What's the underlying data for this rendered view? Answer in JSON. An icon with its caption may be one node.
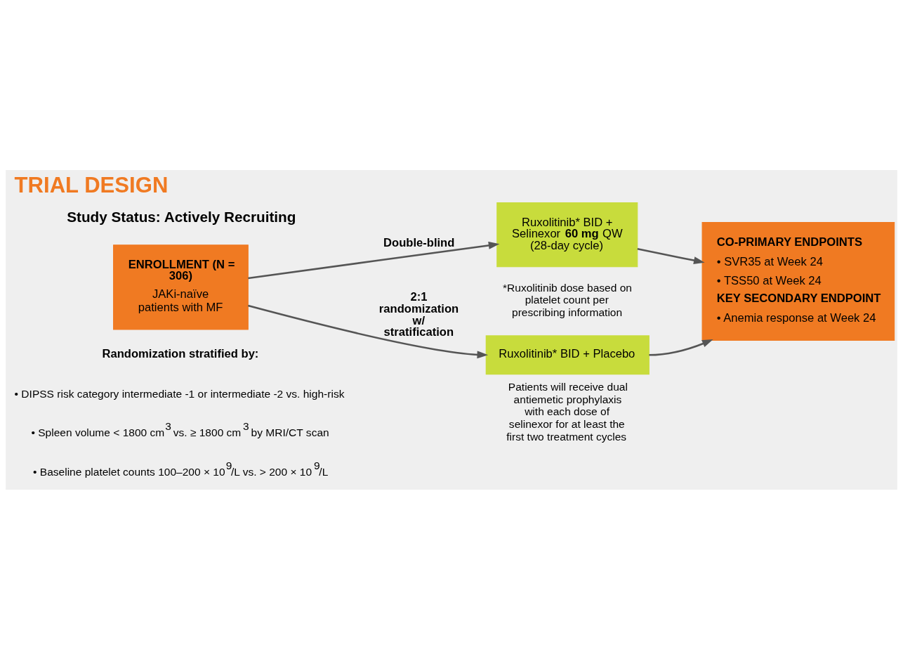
{
  "diagram": {
    "title": "TRIAL DESIGN",
    "nodes": [
      {
        "text": [
          "ENROLLMENT (N = 306)",
          "JAKi-naïve patients with MF"
        ]
      },
      {
        "text": [
          "Ruxolitinib* BID + Selinexor **60 mg** QW (28-day cycle)"
        ]
      },
      {
        "text": [
          "Ruxolitinib* BID + Placebo"
        ],
        "beside": [
          "Patients will receive dual antiemetic prophylaxis with each dose of selinexor for at least the first two treatment cycles"
        ]
      },
      {
        "text": [
          "CO-PRIMARY ENDPOINTS",
          "• SVR35 at Week 24",
          "• TSS50 at Week 24",
          "KEY SECONDARY ENDPOINT",
          "• Anemia response at Week 24"
        ]
      }
    ],
    "edges": [
      {
        "from": 0,
        "to": 1,
        "arrow": "to",
        "label": "Double-blind"
      },
      {
        "from": 0,
        "to": 2,
        "arrow": "to",
        "label": "2:1 randomization w/ stratification"
      },
      {
        "from": 1,
        "to": 3,
        "arrow": "to"
      },
      {
        "from": 2,
        "to": 3,
        "arrow": "to"
      }
    ],
    "labels": [
      "Study Status: Actively Recruiting",
      "*Ruxolitinib dose based on platelet count per prescribing information",
      "Randomization stratified by:",
      "• DIPSS risk category intermediate -1 or intermediate -2 vs. high-risk",
      "• Spleen volume < 1800 cm$^{3}$ vs. ≥ 1800 cm$^{3}$ by MRI/CT scan",
      "• Baseline platelet counts 100–200 × 10$^{9}$/L vs. > 200 × 10$^{9}$/L"
    ]
  }
}
